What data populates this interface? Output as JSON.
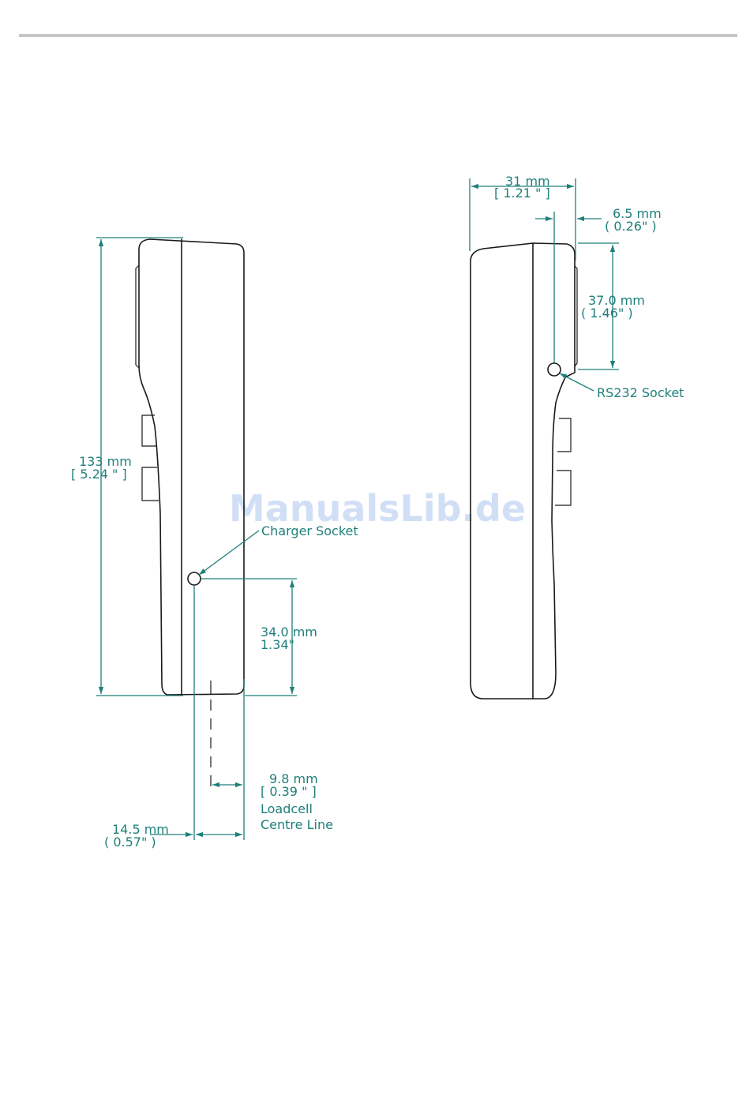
{
  "watermark": "ManualsLib.de",
  "colors": {
    "dimension": "#1e7f7a",
    "outline": "#1a1a1a",
    "header_rule": "#c6c6c6",
    "watermark": "#c9daf5"
  },
  "side_view": {
    "height": {
      "value": "133 mm",
      "imperial": "[ 5.24 \" ]"
    },
    "charger_socket": {
      "label": "Charger Socket"
    },
    "socket_height": {
      "value": "34.0 mm",
      "imperial": "1.34\""
    },
    "loadcell_offset": {
      "value": "9.8 mm",
      "imperial": "[ 0.39 \" ]"
    },
    "loadcell_label": [
      "Loadcell",
      "Centre Line"
    ],
    "socket_offset": {
      "value": "14.5 mm",
      "imperial": "( 0.57\" )"
    }
  },
  "front_view": {
    "width": {
      "value": "31 mm",
      "imperial": "[ 1.21 \" ]"
    },
    "rs232_offset": {
      "value": "6.5 mm",
      "imperial": "( 0.26\" )"
    },
    "rs232_height": {
      "value": "37.0 mm",
      "imperial": "( 1.46\" )"
    },
    "rs232_socket": {
      "label": "RS232 Socket"
    }
  }
}
